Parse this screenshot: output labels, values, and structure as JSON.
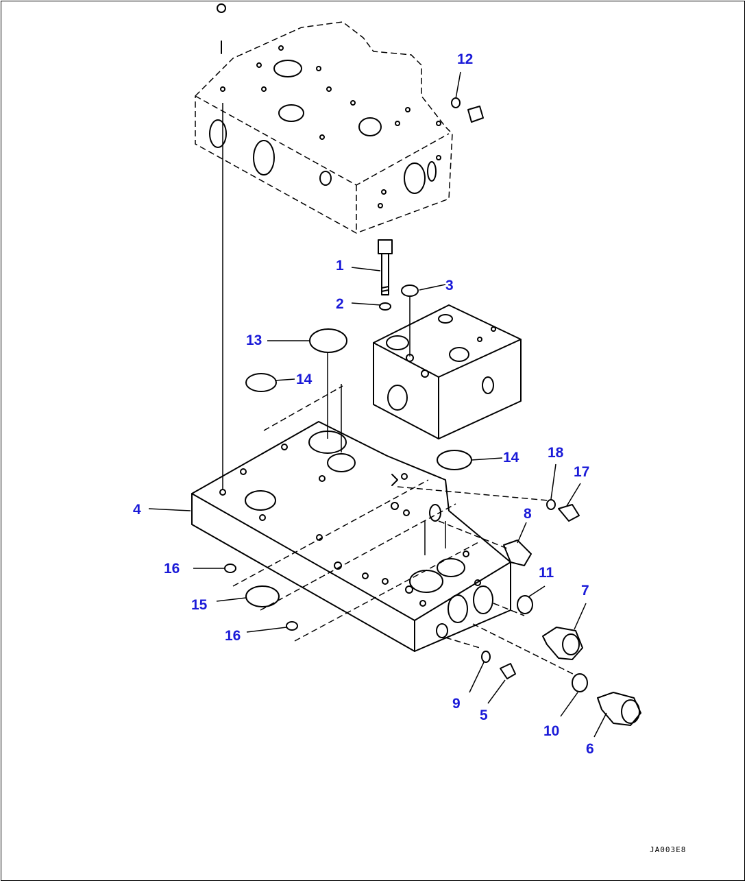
{
  "callouts": {
    "c1": "1",
    "c2": "2",
    "c3": "3",
    "c4": "4",
    "c5": "5",
    "c6": "6",
    "c7": "7",
    "c8": "8",
    "c9": "9",
    "c10": "10",
    "c11": "11",
    "c12": "12",
    "c13": "13",
    "c14a": "14",
    "c14b": "14",
    "c15": "15",
    "c16a": "16",
    "c16b": "16",
    "c17": "17",
    "c18": "18"
  },
  "drawing_code": "JA003E8",
  "colors": {
    "callout": "#1a1ad8",
    "line": "#000000",
    "background": "#ffffff"
  }
}
